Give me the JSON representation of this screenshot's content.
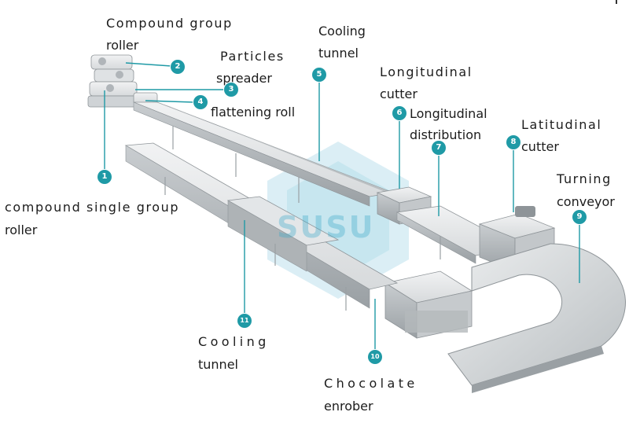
{
  "colors": {
    "callout": "#1f9aa6",
    "steel_light": "#e6e8ea",
    "steel_mid": "#c7cbce",
    "steel_dark": "#8e9498",
    "watermark": "#3aa9c9"
  },
  "watermark_text": "SUSU",
  "callouts": [
    {
      "id": "1",
      "lines": [
        "compound single group",
        "roller"
      ]
    },
    {
      "id": "2",
      "lines": [
        "Compound group",
        "roller"
      ]
    },
    {
      "id": "3",
      "lines": [
        "Particles",
        "spreader"
      ]
    },
    {
      "id": "4",
      "lines": [
        "flattening roll"
      ]
    },
    {
      "id": "5",
      "lines": [
        "Cooling",
        "tunnel"
      ]
    },
    {
      "id": "6",
      "lines": [
        "Longitudinal",
        "cutter"
      ]
    },
    {
      "id": "7",
      "lines": [
        "Longitudinal",
        "distribution"
      ]
    },
    {
      "id": "8",
      "lines": [
        "Latitudinal",
        "cutter"
      ]
    },
    {
      "id": "9",
      "lines": [
        "Turning",
        "conveyor"
      ]
    },
    {
      "id": "10",
      "lines": [
        "Chocolate",
        "enrober"
      ]
    },
    {
      "id": "11",
      "lines": [
        "Cooling",
        "tunnel"
      ]
    }
  ]
}
